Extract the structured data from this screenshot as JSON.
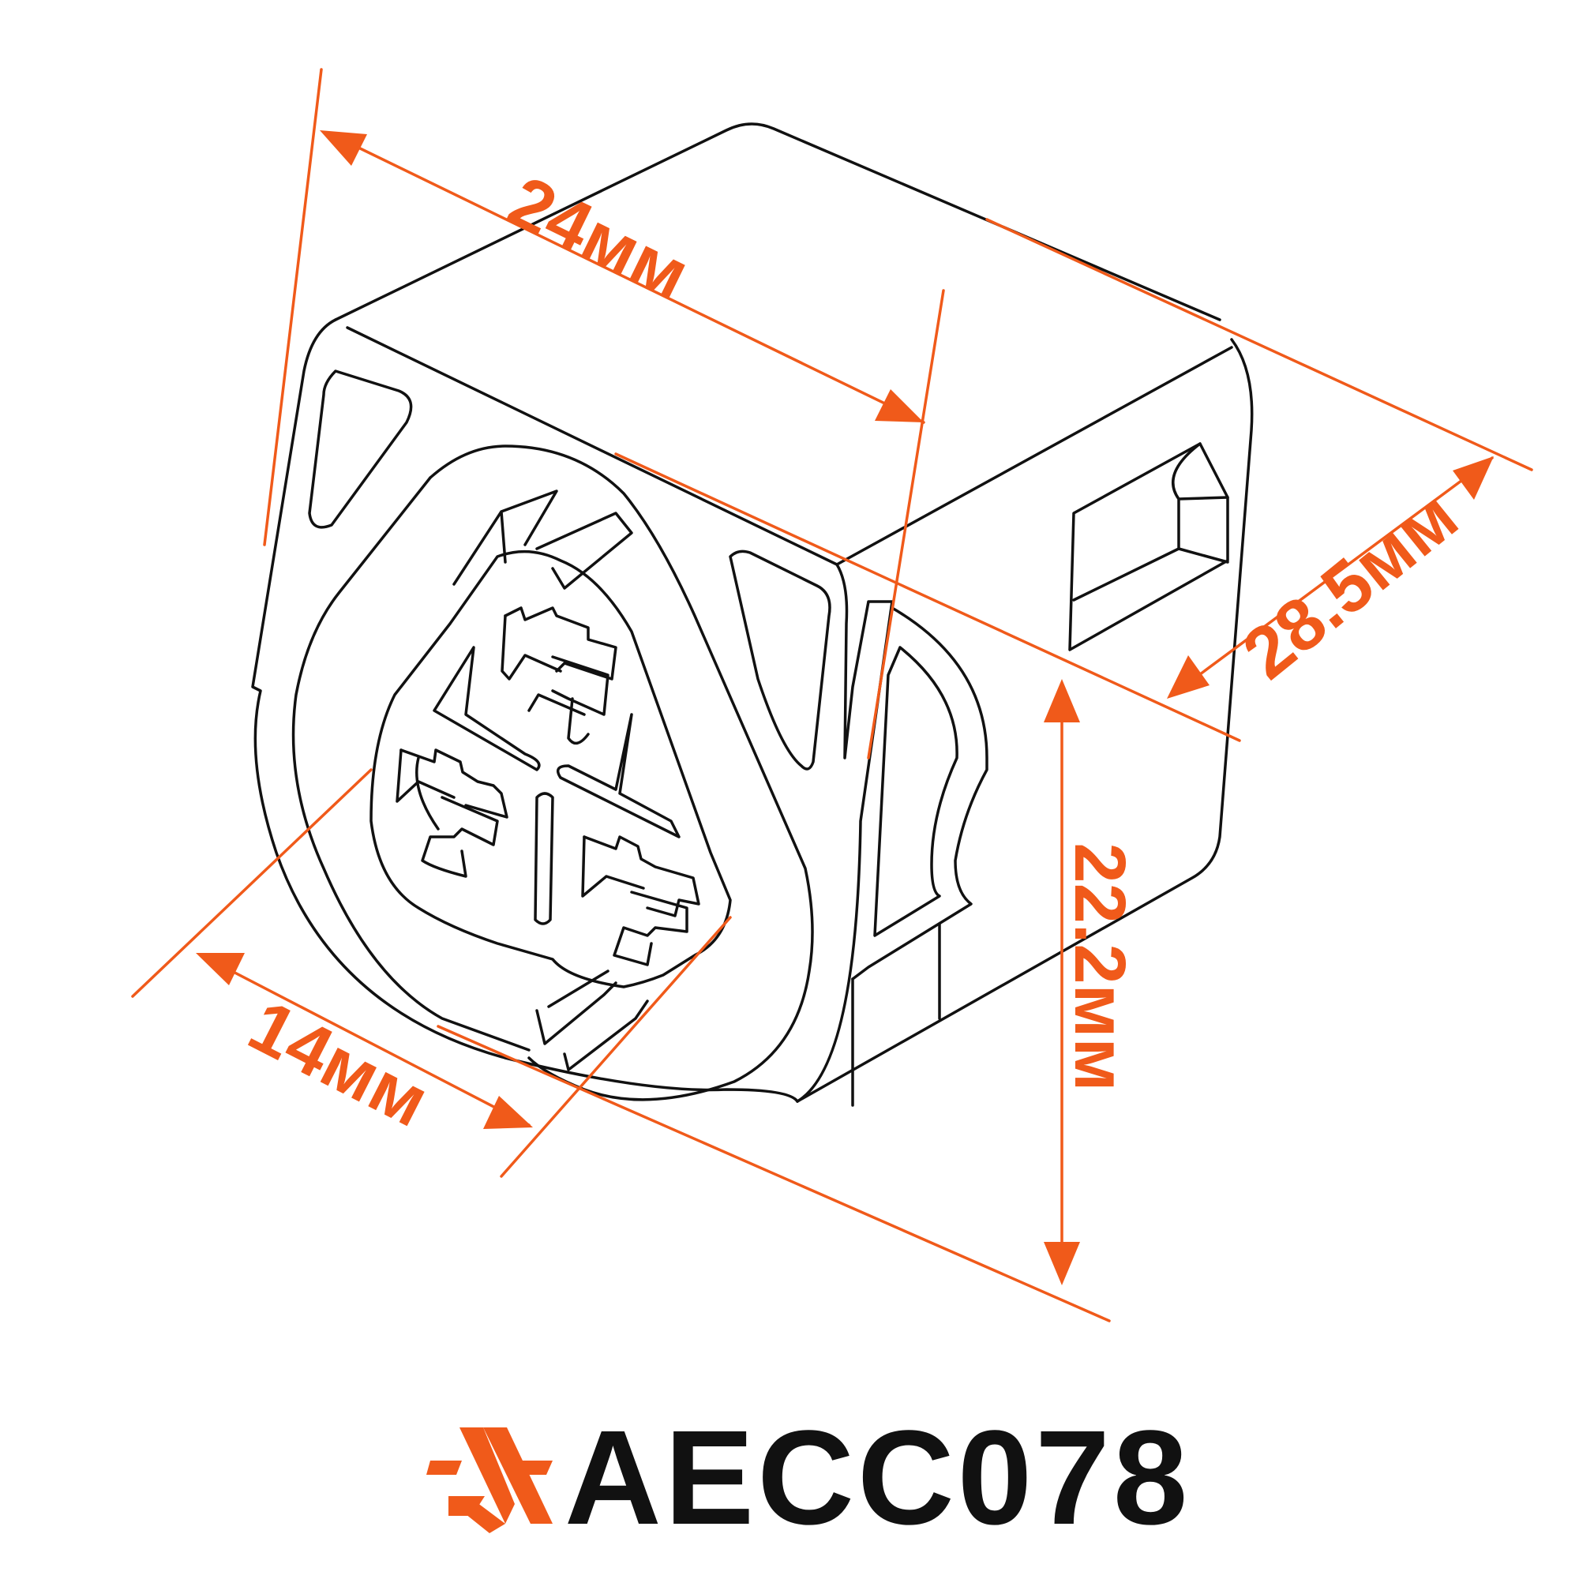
{
  "colors": {
    "accent": "#f05a1a",
    "outline": "#111111",
    "background": "#ffffff"
  },
  "dimensions": {
    "width_label": "24мм",
    "depth_label": "28.5мм",
    "height_label": "22.2мм",
    "front_label": "14мм"
  },
  "brand": {
    "logo_icon": "star-logo-icon",
    "code": "AECC078"
  }
}
